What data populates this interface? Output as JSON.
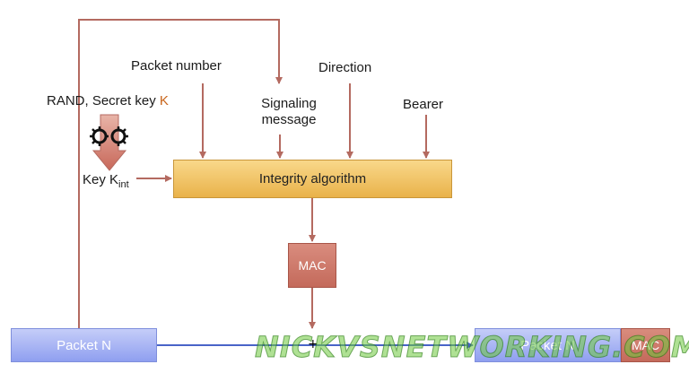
{
  "labels": {
    "packet_number": "Packet number",
    "direction": "Direction",
    "signaling_line1": "Signaling",
    "signaling_line2": "message",
    "bearer": "Bearer",
    "rand_secret": "RAND, Secret key ",
    "rand_k": "K",
    "key_prefix": "Key K",
    "key_sub": "int"
  },
  "boxes": {
    "integrity": "Integrity algorithm",
    "mac": "MAC",
    "packet_left": "Packet N",
    "packet_right": "Packet N",
    "mac_right": "MAC"
  },
  "watermark": "NICKVSNETWORKING.COM",
  "colors": {
    "arrow": "#b46a60",
    "blue_arrow": "#4a64c8",
    "integrity_fill": "#f2c76a",
    "mac_fill": "#cf7b6c",
    "packet_fill": "#a9b6f4"
  },
  "icons": {
    "gears": "gears-icon",
    "derive_arrow": "down-arrow-icon"
  }
}
